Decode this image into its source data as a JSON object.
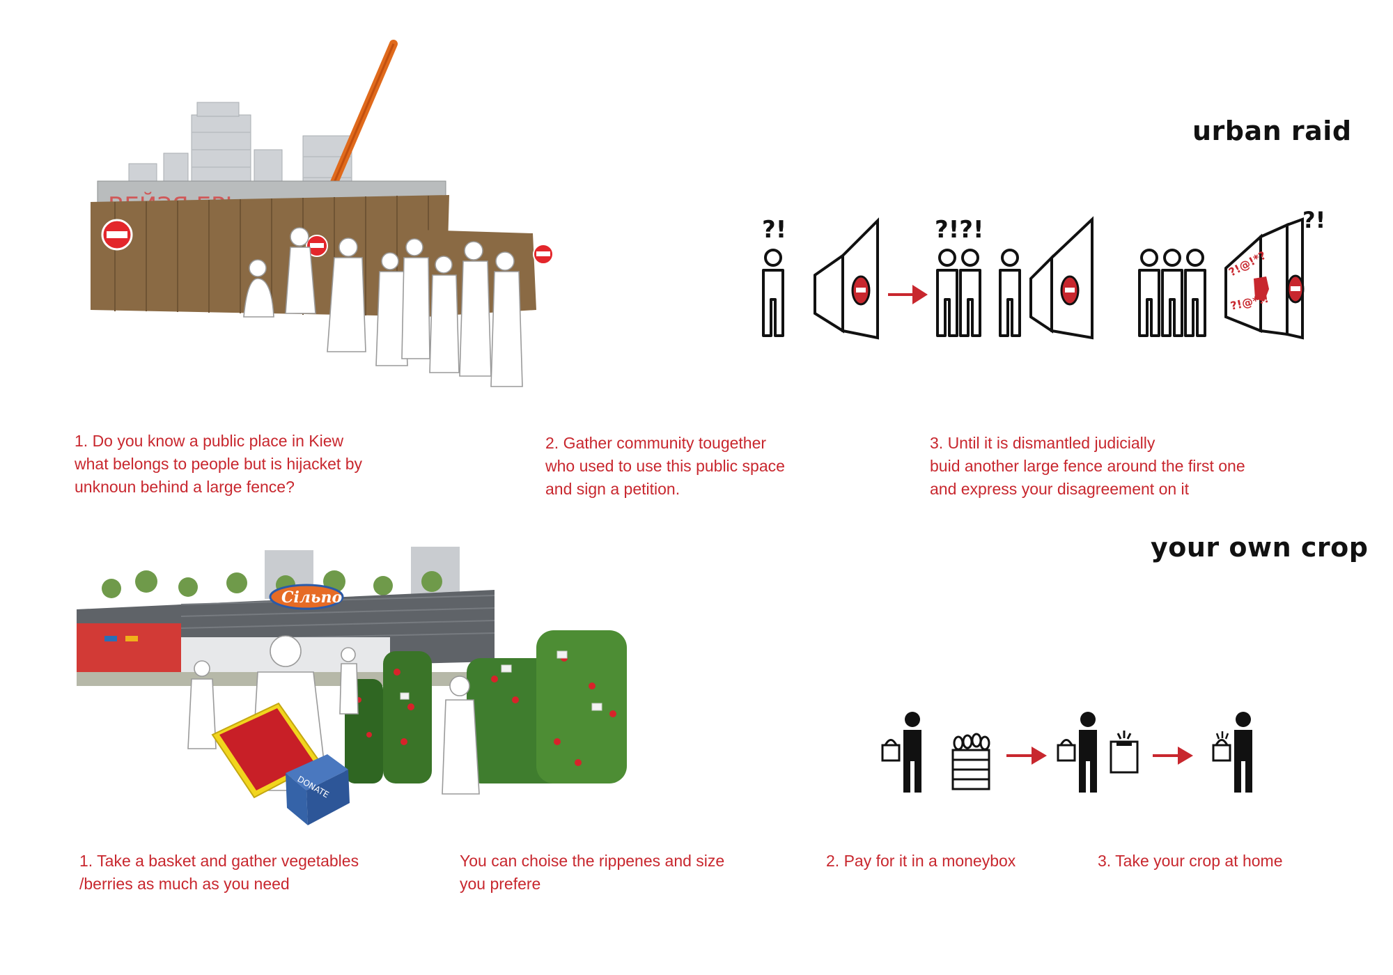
{
  "colors": {
    "accent_red": "#c8272e",
    "ink": "#111111",
    "fence_brown": "#8a6a44"
  },
  "urban_raid": {
    "heading": "urban raid",
    "fence_graffiti": "ВЕЙЗЯ ЕРЬ",
    "marks": {
      "step1_q": "?!",
      "step2_q": "?!?!",
      "step3_q": "?!",
      "fence_text_top": "?!@!*?",
      "fence_text_bottom": "?!@*!!"
    },
    "captions": {
      "step1": [
        "1. Do you know a public place in Kiew",
        "what belongs to people but is hijacket by",
        "unknoun behind a large fence?"
      ],
      "step2": [
        "2. Gather community tougether",
        "who used to use this public space",
        "and sign a petition."
      ],
      "step3": [
        "3. Until it is dismantled judicially",
        "buid another large fence around the first one",
        "and express your disagreement on it"
      ]
    }
  },
  "own_crop": {
    "heading": "your own crop",
    "store_sign": "Сільпо",
    "donate_label": "DONATE",
    "captions": {
      "step1": [
        "1. Take a basket and gather vegetables",
        "/berries as much as you need"
      ],
      "step1b": [
        "You can choise the rippenes and size",
        "you prefere"
      ],
      "step2": [
        "2. Pay for it in a moneybox"
      ],
      "step3": [
        "3. Take your crop at home"
      ]
    }
  },
  "icons": [
    "no-entry-sign-icon",
    "person-outline-icon",
    "fence-panel-icon",
    "arrow-right-icon",
    "person-solid-icon",
    "basket-icon",
    "crate-icon",
    "moneybox-icon"
  ]
}
